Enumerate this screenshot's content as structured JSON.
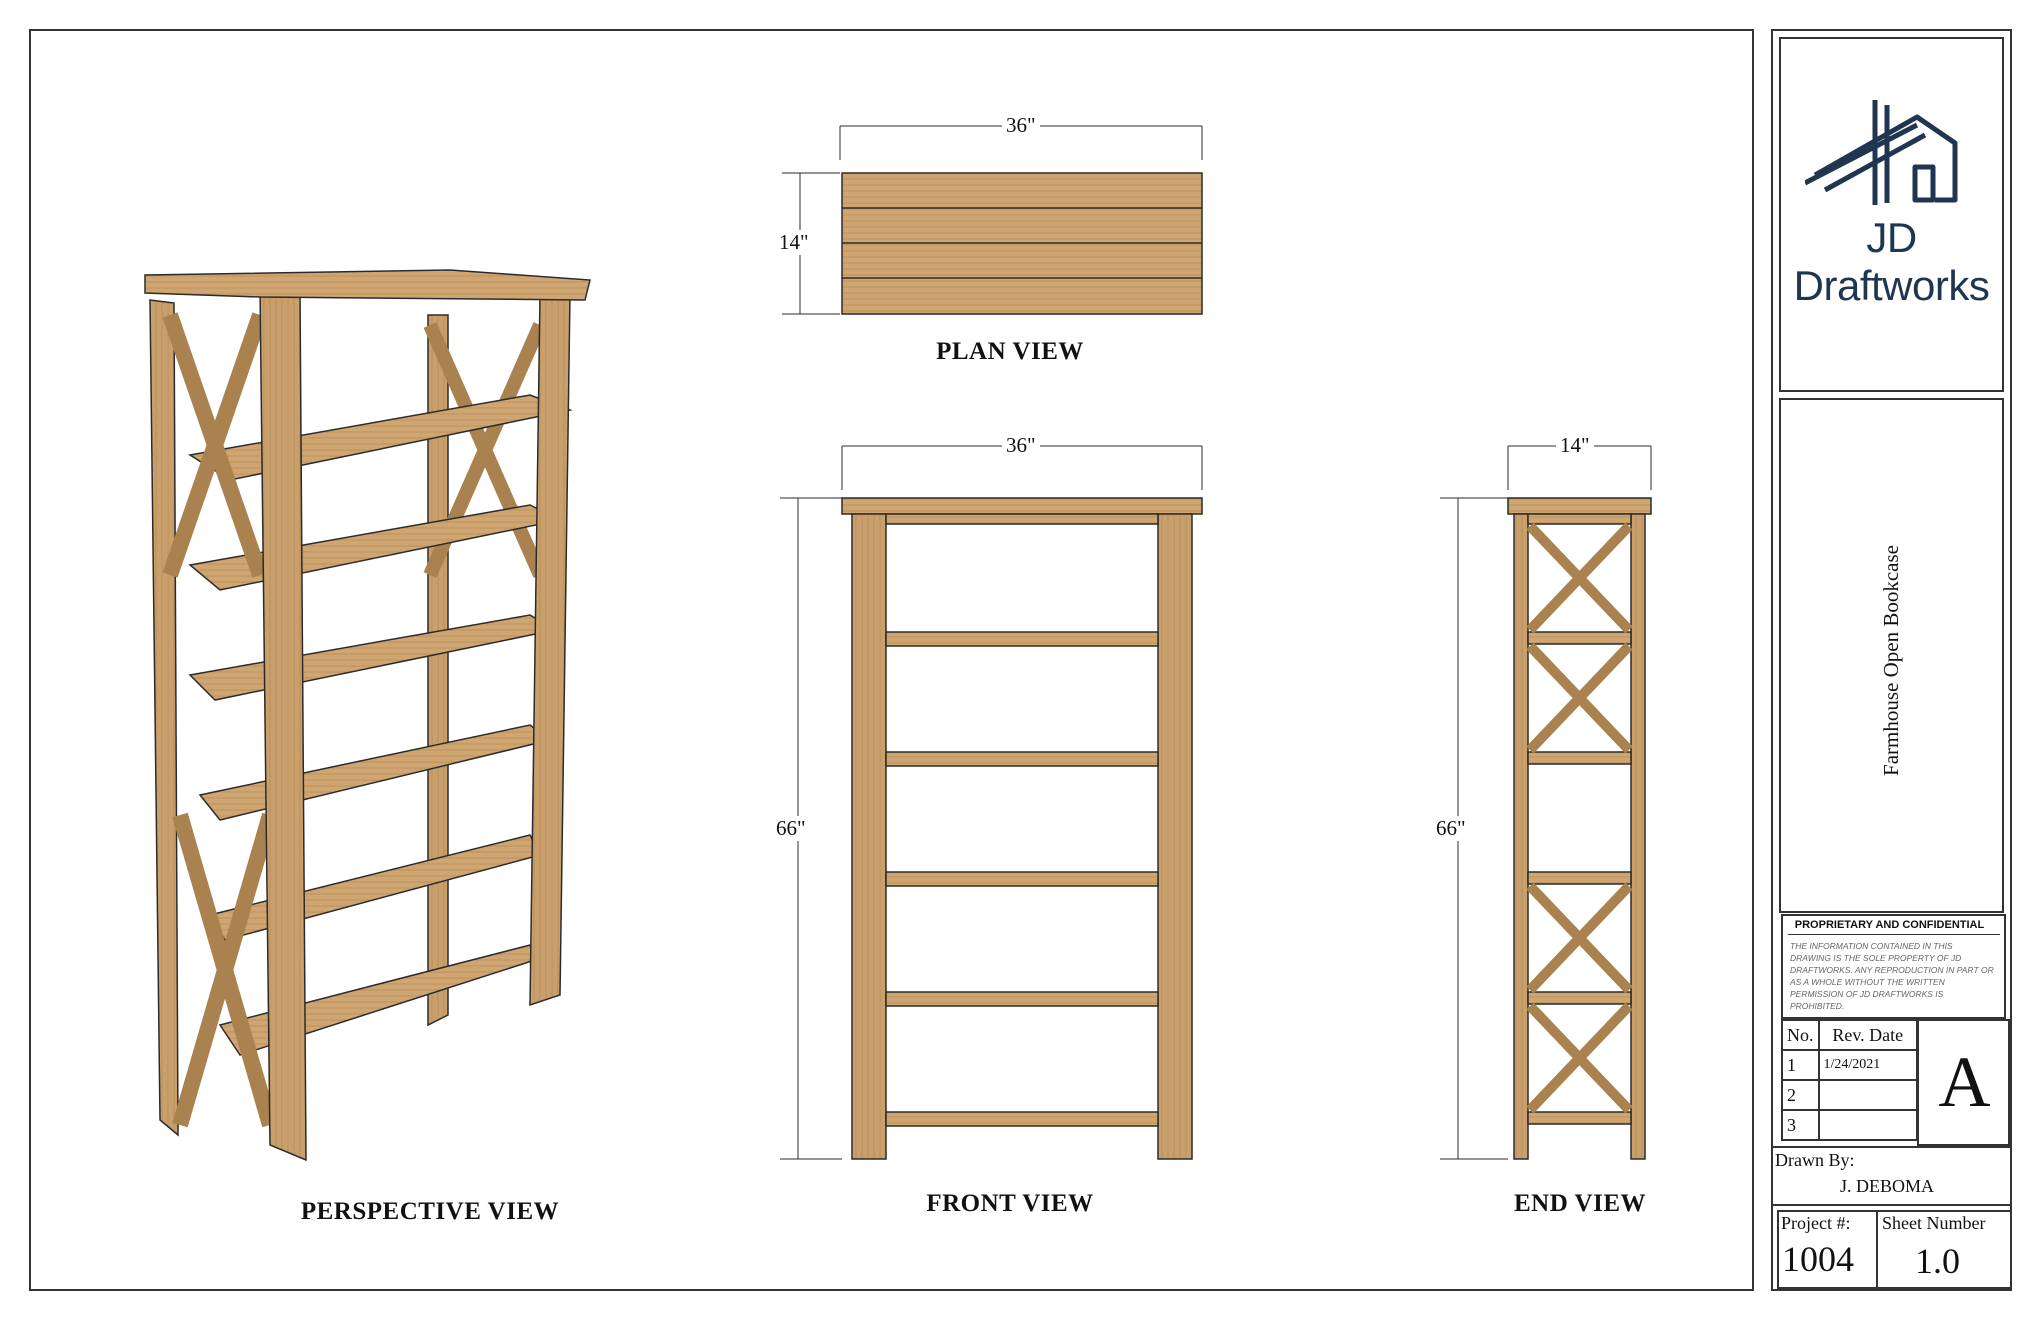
{
  "views": {
    "perspective": "PERSPECTIVE VIEW",
    "plan": "PLAN VIEW",
    "front": "FRONT VIEW",
    "end": "END VIEW"
  },
  "dimensions": {
    "plan_width": "36\"",
    "plan_depth": "14\"",
    "front_width": "36\"",
    "front_height": "66\"",
    "end_depth": "14\"",
    "end_height": "66\""
  },
  "title_block": {
    "company": "JD Draftworks",
    "sheet_title": "Farmhouse Open Bookcase",
    "confidential_heading": "PROPRIETARY AND CONFIDENTIAL",
    "confidential_text": "THE INFORMATION CONTAINED IN THIS DRAWING IS THE SOLE PROPERTY OF JD DRAFTWORKS. ANY REPRODUCTION IN PART OR AS A WHOLE WITHOUT THE WRITTEN PERMISSION OF JD DRAFTWORKS IS PROHIBITED.",
    "rev_header_no": "No.",
    "rev_header_date": "Rev. Date",
    "revisions": [
      {
        "no": "1",
        "date": "1/24/2021"
      },
      {
        "no": "2",
        "date": ""
      },
      {
        "no": "3",
        "date": ""
      }
    ],
    "revision_letter": "A",
    "drawn_by_label": "Drawn By:",
    "drawn_by": "J. DEBOMA",
    "project_label": "Project #:",
    "project_number": "1004",
    "sheet_label": "Sheet Number",
    "sheet_number": "1.0"
  },
  "colors": {
    "wood": "#c9a06c",
    "wood_dark": "#a9824f",
    "line": "#2b2b2b",
    "logo": "#1f3550"
  }
}
